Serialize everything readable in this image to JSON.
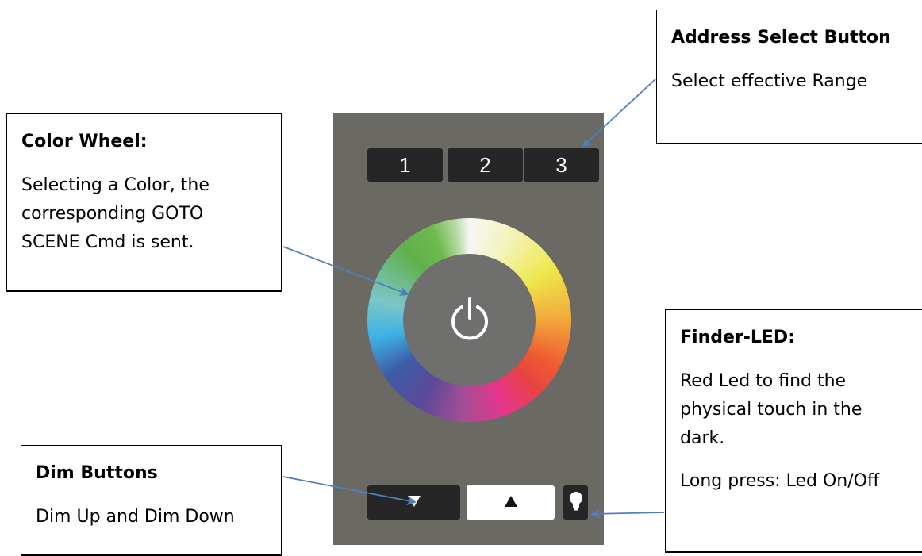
{
  "callouts": {
    "address": {
      "title": "Address Select Button",
      "body": "Select effective Range"
    },
    "color_wheel": {
      "title": "Color Wheel:",
      "body": [
        "Selecting a Color, the",
        "corresponding GOTO",
        "SCENE Cmd is sent."
      ]
    },
    "finder": {
      "title": "Finder-LED:",
      "body": [
        "Red Led to find the",
        "physical touch in the",
        "dark."
      ],
      "extra": "Long press: Led On/Off"
    },
    "dim": {
      "title": "Dim Buttons",
      "body": "Dim Up and Dim Down"
    }
  },
  "panel": {
    "address_buttons": [
      "1",
      "2",
      "3"
    ],
    "icons": {
      "power": "power-icon",
      "dim_down": "triangle-down-icon",
      "dim_up": "triangle-up-icon",
      "finder_led": "lightbulb-icon"
    },
    "colors": {
      "panel": "#6b6963",
      "button_dark": "#262626",
      "button_light": "#ffffff",
      "arrow": "#4f7fbf"
    }
  }
}
